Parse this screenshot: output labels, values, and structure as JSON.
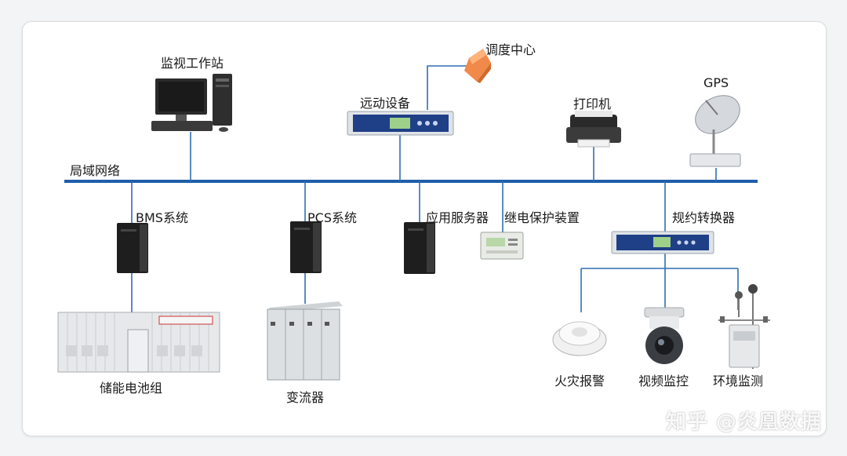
{
  "labels": {
    "monitor_workstation": "监视工作站",
    "dispatch_center": "调度中心",
    "telecontrol_device": "远动设备",
    "printer": "打印机",
    "gps": "GPS",
    "lan": "局域网络",
    "bms": "BMS系统",
    "pcs": "PCS系统",
    "app_server": "应用服务器",
    "relay_protection": "继电保护装置",
    "protocol_converter": "规约转换器",
    "battery": "储能电池组",
    "converter": "变流器",
    "fire_alarm": "火灾报警",
    "video_monitor": "视频监控",
    "env_monitor": "环境监测"
  },
  "watermark": "知乎 @炎凰数据"
}
